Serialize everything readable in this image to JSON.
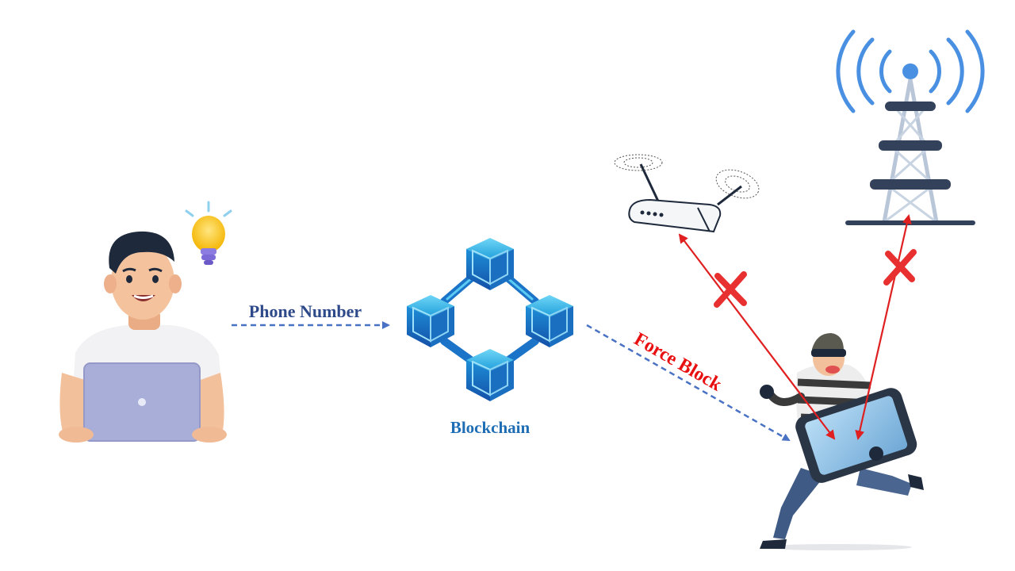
{
  "diagram": {
    "labels": {
      "phone_number": "Phone Number",
      "blockchain": "Blockchain",
      "force_block": "Force Block"
    },
    "colors": {
      "arrow_blue": "#4A72C4",
      "block_red": "#E02020",
      "cube_top": "#35B8EC",
      "cube_side": "#1F73C6",
      "tower_signal": "#4A90E2"
    },
    "icons": [
      "person-with-laptop",
      "lightbulb-icon",
      "blockchain-icon",
      "wifi-router-icon",
      "cell-tower-icon",
      "thief-with-phone"
    ]
  }
}
